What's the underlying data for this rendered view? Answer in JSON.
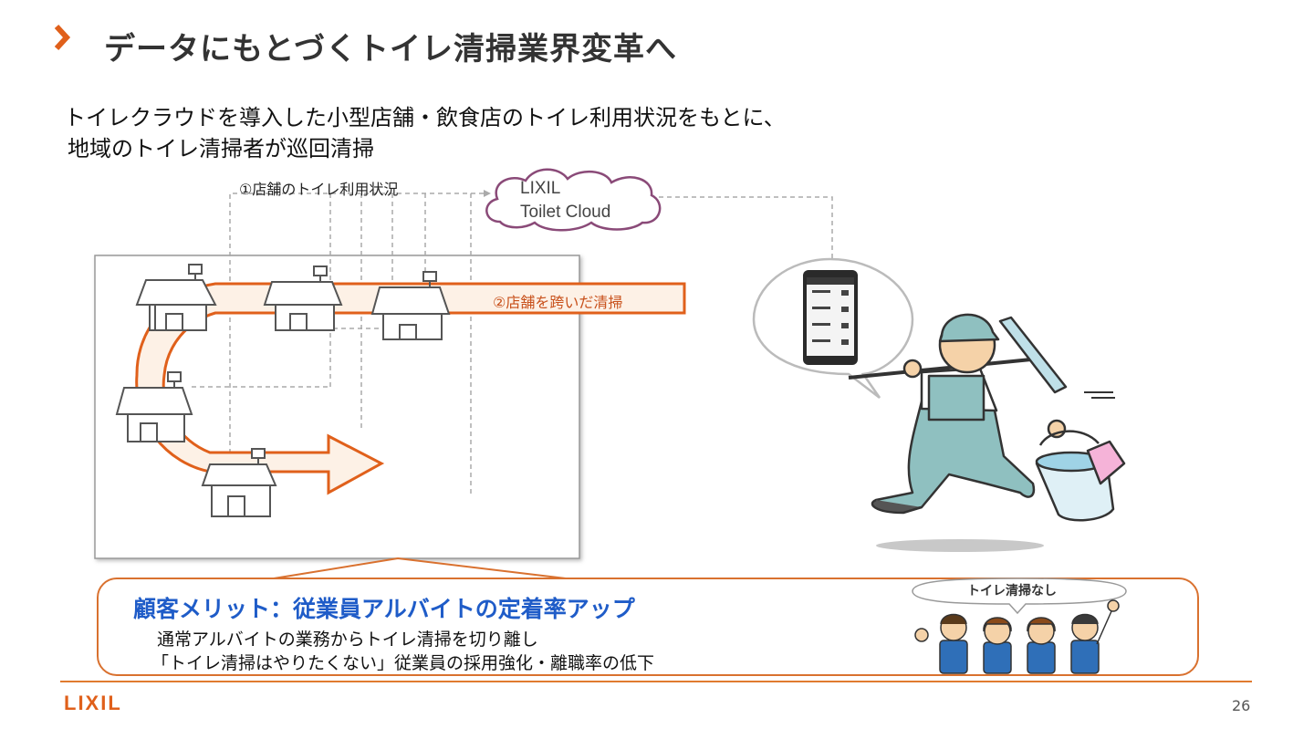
{
  "title": "データにもとづくトイレ清掃業界変革へ",
  "subtitle": {
    "line1": "トイレクラウドを導入した小型店舗・飲食店のトイレ利用状況をもとに、",
    "line2": "地域のトイレ清掃者が巡回清掃"
  },
  "diagram": {
    "usage_label": "①店舗のトイレ利用状況",
    "cloud_line1": "LIXIL",
    "cloud_line2": "Toilet Cloud",
    "cleaning_label": "②店舗を跨いだ清掃"
  },
  "merit": {
    "title": "顧客メリット：従業員アルバイトの定着率アップ",
    "line1": "通常アルバイトの業務からトイレ清掃を切り離し",
    "line2": "「トイレ清掃はやりたくない」従業員の採用強化・離職率の低下",
    "bubble": "トイレ清掃なし"
  },
  "footer": {
    "logo": "LIXIL",
    "page": "26"
  },
  "colors": {
    "accent_orange": "#e0601b",
    "merit_blue": "#1f5cc8",
    "cloud_border": "#8a4a78",
    "overalls": "#8fc0c0"
  }
}
